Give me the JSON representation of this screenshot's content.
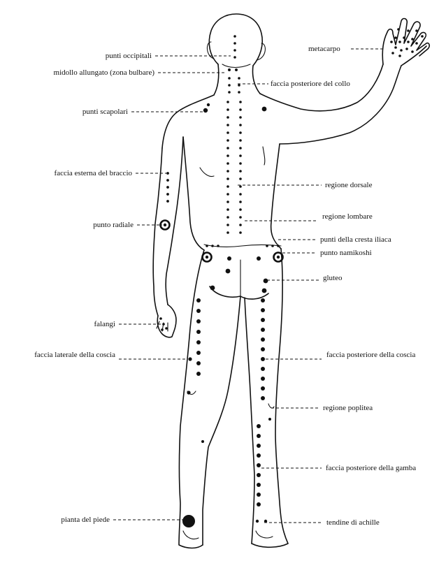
{
  "labels": {
    "occipital": "punti occipitali",
    "medulla": "midollo allungato (zona bulbare)",
    "scapular": "punti scapolari",
    "outer_arm": "faccia esterna del braccio",
    "radial": "punto radiale",
    "phalanges": "falangi",
    "lateral_thigh": "faccia laterale della coscia",
    "sole": "pianta del piede",
    "metacarpus": "metacarpo",
    "back_neck": "faccia posteriore del collo",
    "dorsal": "regione dorsale",
    "lumbar": "regione lombare",
    "iliac_crest": "punti della cresta iliaca",
    "namikoshi": "punto namikoshi",
    "gluteus": "gluteo",
    "back_thigh": "faccia posteriore della coscia",
    "popliteal": "regione poplitea",
    "back_leg": "faccia posteriore della gamba",
    "achilles": "tendine di achille"
  },
  "colors": {
    "ink": "#111111",
    "paper": "#ffffff"
  }
}
